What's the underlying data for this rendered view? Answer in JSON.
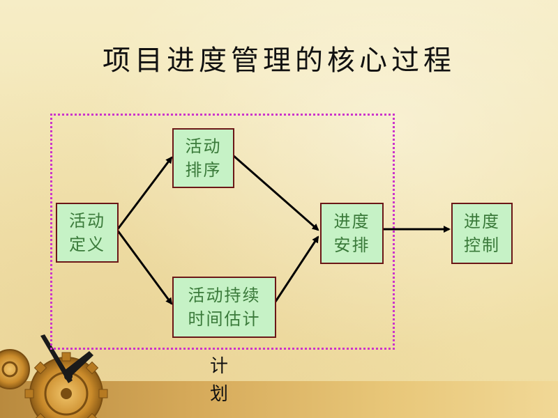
{
  "slide": {
    "title": "项目进度管理的核心过程"
  },
  "nodes": {
    "define": {
      "line1": "活动",
      "line2": "定义"
    },
    "sequence": {
      "line1": "活动",
      "line2": "排序"
    },
    "duration": {
      "line1": "活动持续",
      "line2": "时间估计"
    },
    "schedule": {
      "line1": "进度",
      "line2": "安排"
    },
    "control": {
      "line1": "进度",
      "line2": "控制"
    }
  },
  "group_label": {
    "char1": "计",
    "char2": "划"
  },
  "colors": {
    "box_fill": "#c6f2c6",
    "box_border": "#6b1717",
    "box_text": "#3a7a3a",
    "frame": "#cc33cc",
    "arrow": "#000000"
  }
}
